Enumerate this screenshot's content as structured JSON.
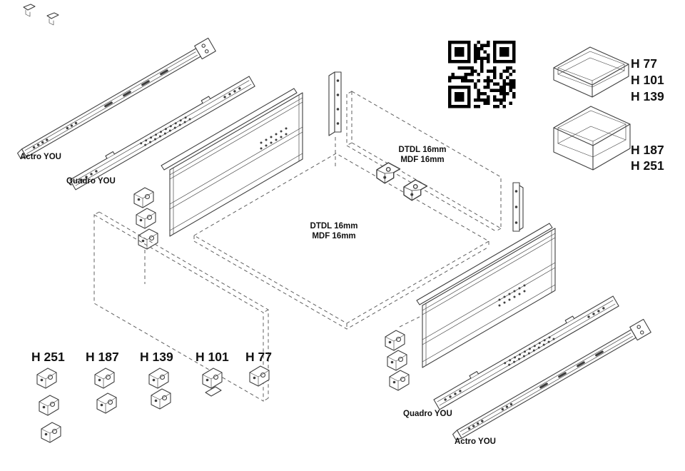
{
  "colors": {
    "line": "#3f3f3f",
    "dash": "#5f5f5f",
    "text": "#111111",
    "qr": "#000000",
    "bg": "#ffffff"
  },
  "runner_labels": {
    "top_actro": "Actro YOU",
    "top_quadro": "Quadro YOU",
    "bottom_quadro": "Quadro YOU",
    "bottom_actro": "Actro YOU"
  },
  "panel_labels": {
    "back_line1": "DTDL 16mm",
    "back_line2": "MDF 16mm",
    "bottom_line1": "DTDL 16mm",
    "bottom_line2": "MDF 16mm"
  },
  "drawer_height_labels": {
    "shallow": [
      "H 77",
      "H 101",
      "H 139"
    ],
    "deep": [
      "H 187",
      "H 251"
    ]
  },
  "front_bracket_labels": [
    "H 251",
    "H 187",
    "H 139",
    "H 101",
    "H 77"
  ]
}
